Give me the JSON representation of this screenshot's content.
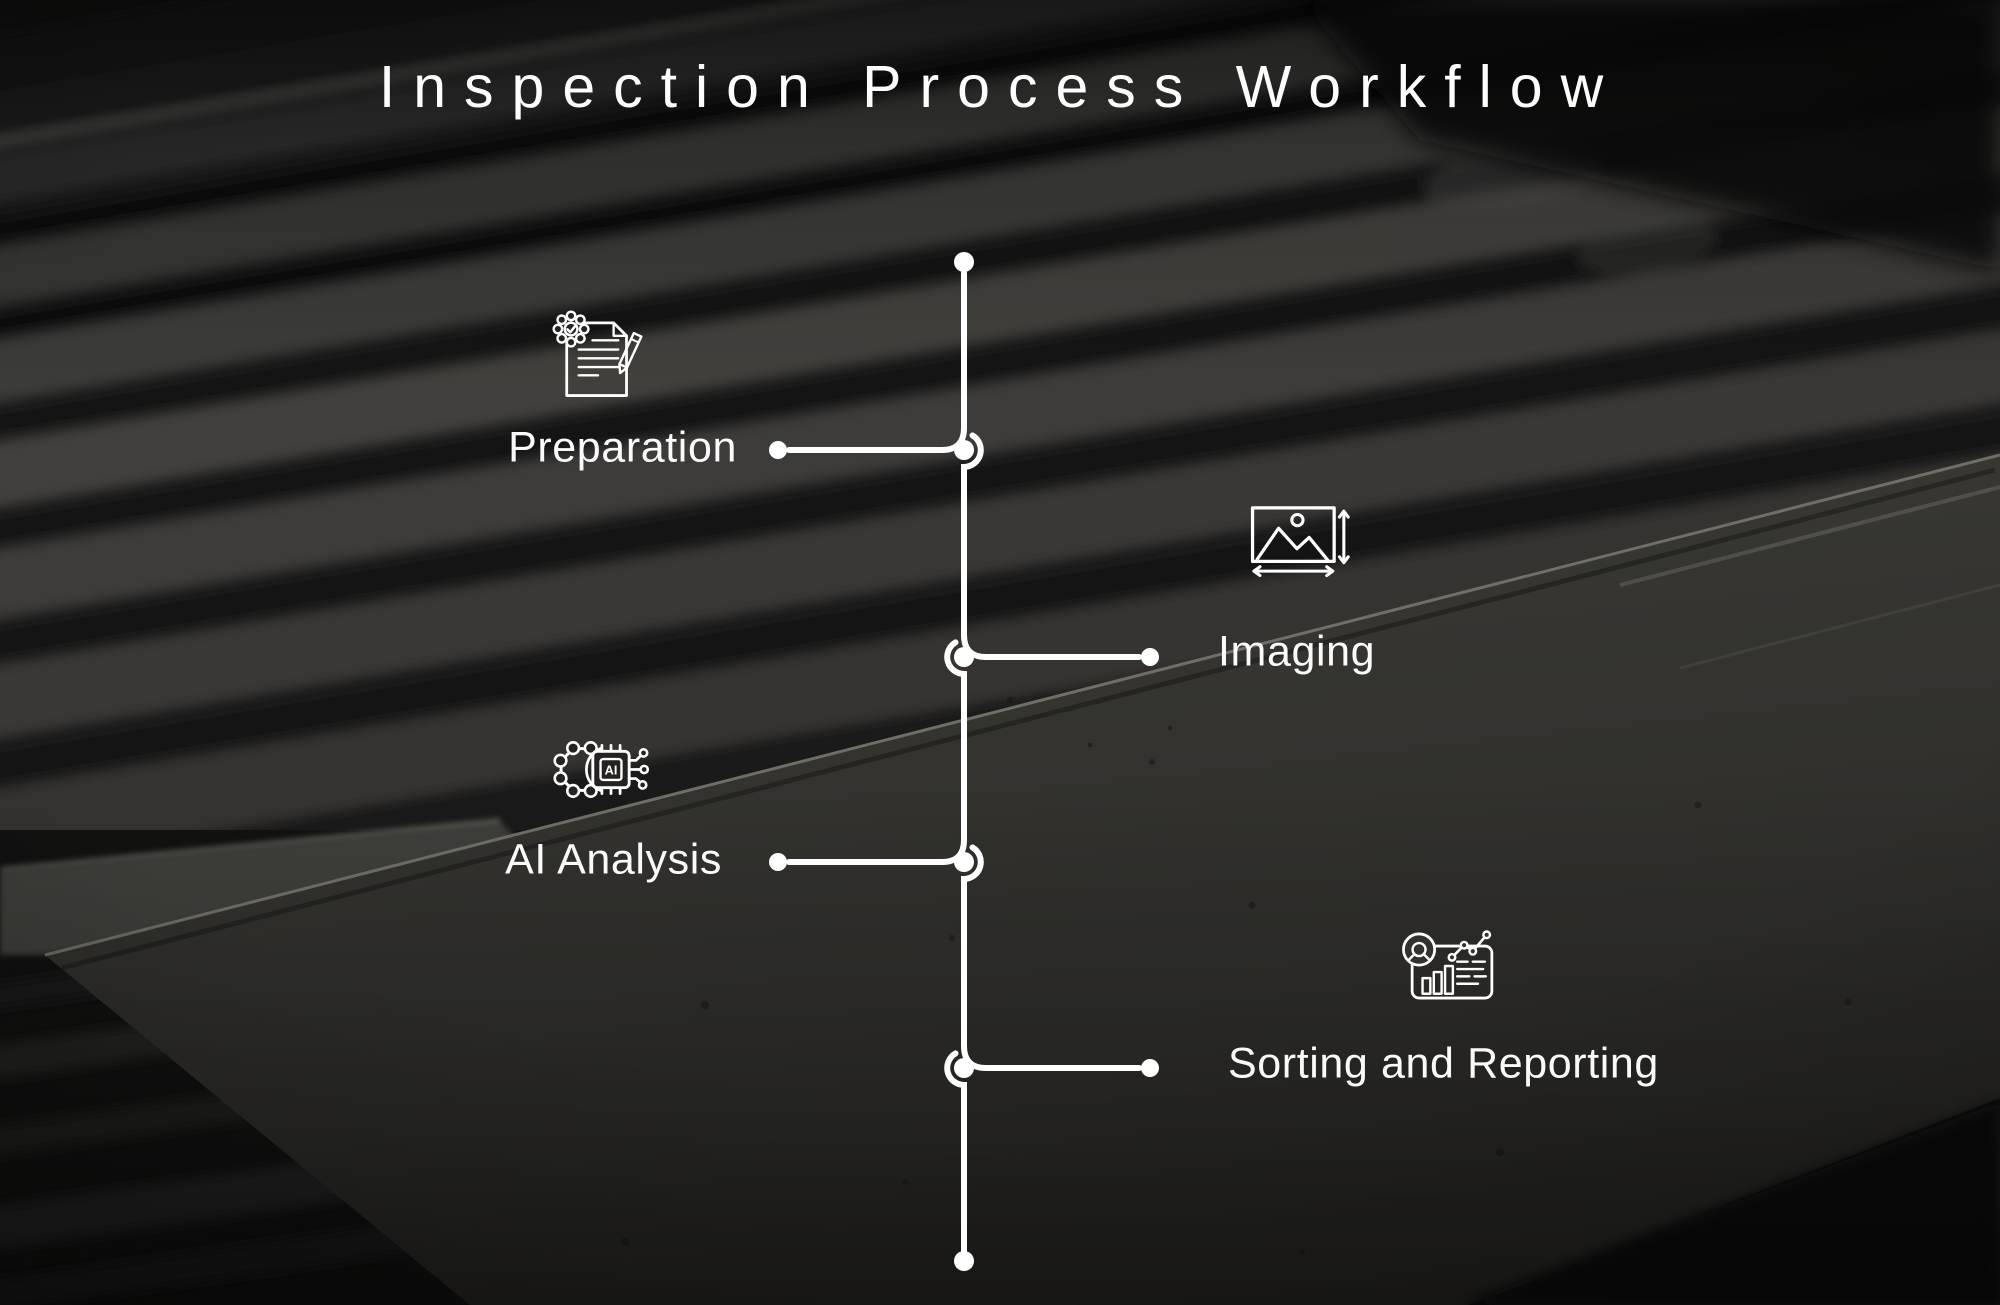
{
  "title": "Inspection Process Workflow",
  "steps": [
    {
      "label": "Preparation",
      "side": "left",
      "icon": "document-checklist-gear-pencil-icon"
    },
    {
      "label": "Imaging",
      "side": "right",
      "icon": "image-dimension-arrows-icon"
    },
    {
      "label": "AI Analysis",
      "side": "left",
      "icon": "gear-ai-chip-circuit-icon"
    },
    {
      "label": "Sorting and Reporting",
      "side": "right",
      "icon": "report-charts-icon"
    }
  ],
  "ai_chip_label": "AI",
  "timeline": {
    "orientation": "vertical",
    "node_count": 4,
    "endpoint_dots": 2,
    "branch_sides": [
      "left",
      "right",
      "left",
      "right"
    ]
  },
  "colors": {
    "text": "#ffffff",
    "timeline_line": "#ffffff",
    "background_base": "#1b1b1a",
    "steel_rod_highlight": "#484643",
    "steel_rod_shadow": "#131312",
    "steel_plate": "#383732",
    "plate_edge_highlight": "#7f7e76"
  }
}
